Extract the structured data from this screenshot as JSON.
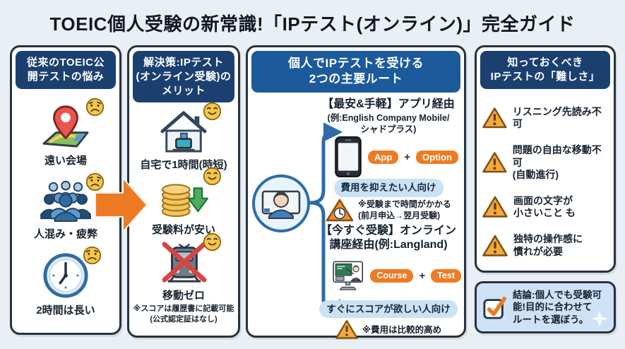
{
  "title": "TOEIC個人受験の新常識!「IPテスト(オンライン)」完全ガイド",
  "colors": {
    "header_navy": "#1b4070",
    "header_blue": "#1c5a9c",
    "accent_orange": "#ee7b23",
    "pill_blue": "#c9e2f4",
    "warning_yellow": "#f3a93c",
    "background": "#e9eff4"
  },
  "problems": {
    "header": "従来のTOEIC公\n開テストの悩み",
    "items": [
      {
        "label": "遠い会場",
        "icon": "map-pin-icon",
        "mood": "sad-face-icon"
      },
      {
        "label": "人混み・疲弊",
        "icon": "crowd-icon",
        "mood": "sad-face-icon"
      },
      {
        "label": "2時間は長い",
        "icon": "clock-icon",
        "mood": "sad-face-icon"
      }
    ]
  },
  "solution": {
    "header": "解決策:IPテスト\n(オンライン受験)の\nメリット",
    "items": [
      {
        "label": "自宅で1時間(時短)",
        "icon": "home-laptop-icon",
        "mood": "happy-face-icon"
      },
      {
        "label": "受験料が安い",
        "icon": "coins-discount-icon",
        "mood": "happy-face-icon"
      },
      {
        "label": "移動ゼロ",
        "icon": "no-commute-train-icon",
        "mood": "happy-face-icon"
      }
    ],
    "note": "※スコアは履歴書に記載可能\n(公式認定証はなし)"
  },
  "routes": {
    "header": "個人でIPテストを受ける\n2つの主要ルート",
    "plus": "+",
    "app_route": {
      "title": "【最安&手軽】アプリ経由",
      "subtitle": "(例:English Company Mobile/\nシャドプラス)",
      "badges": [
        "App",
        "Option"
      ],
      "audience": "費用を抑えたい人向け",
      "caution": "※受験まで時間がかかる\n(前月申込→翌月受験)"
    },
    "course_route": {
      "title": "【今すぐ受験】オンライン\n講座経由(例:Langland)",
      "badges": [
        "Course",
        "Test"
      ],
      "audience": "すぐにスコアが欲しい人向け",
      "caution": "※費用は比較的高め"
    }
  },
  "difficulties": {
    "header": "知っておくべき\nIPテストの「難しさ」",
    "items": [
      {
        "label": "リスニング先読み不可"
      },
      {
        "label": "問題の自由な移動不可\n(自動進行)"
      },
      {
        "label": "画面の文字が\n小さいこと も"
      },
      {
        "label": "独特の操作感に\n慣れが必要"
      }
    ]
  },
  "conclusion": {
    "text": "結論:個人でも受験可\n能!目的に合わせて\nルートを選ぼう。"
  }
}
